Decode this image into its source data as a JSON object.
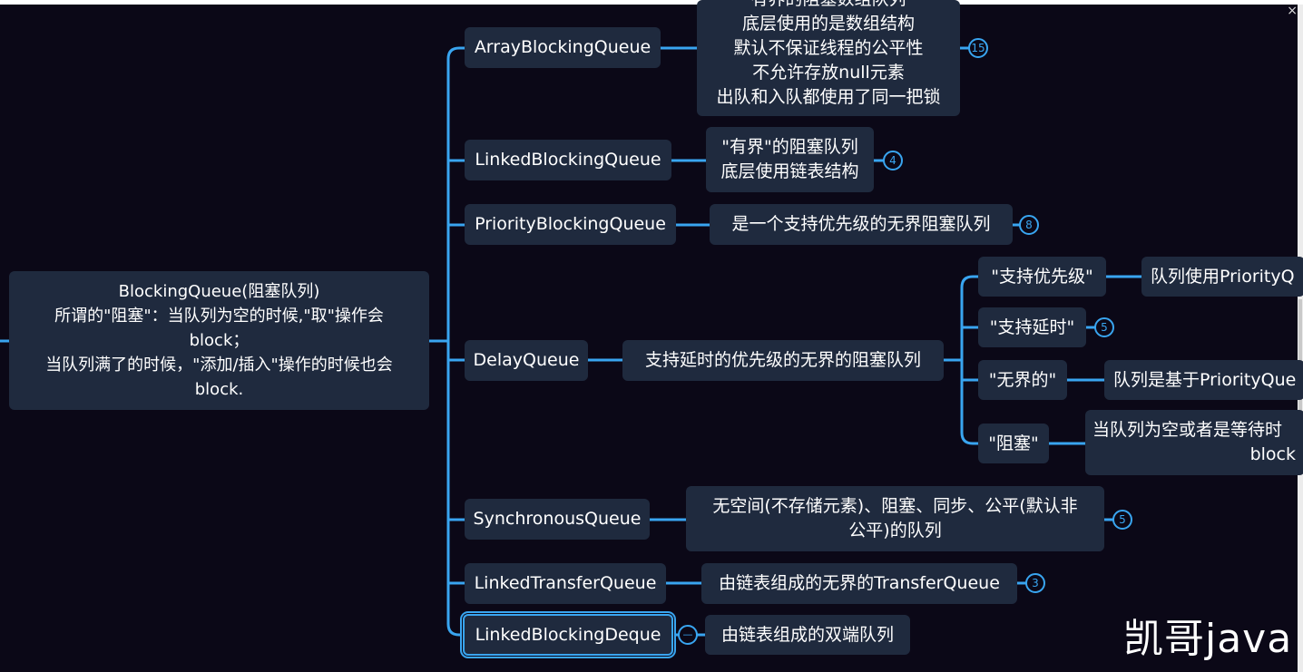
{
  "root": {
    "line1": "BlockingQueue(阻塞队列)",
    "line2": "所谓的\"阻塞\"：当队列为空的时候,\"取\"操作会",
    "line3": "block；",
    "line4": "当队列满了的时候，\"添加/插入\"操作的时候也会",
    "line5": "block."
  },
  "queues": {
    "array": {
      "label": "ArrayBlockingQueue",
      "details": [
        "有界的阻塞数组队列",
        "底层使用的是数组结构",
        "默认不保证线程的公平性",
        "不允许存放null元素",
        "出队和入队都使用了同一把锁"
      ],
      "badge": "15"
    },
    "linked": {
      "label": "LinkedBlockingQueue",
      "details": [
        "\"有界\"的阻塞队列",
        "底层使用链表结构"
      ],
      "badge": "4"
    },
    "priority": {
      "label": "PriorityBlockingQueue",
      "detail": "是一个支持优先级的无界阻塞队列",
      "badge": "8"
    },
    "delay": {
      "label": "DelayQueue",
      "detail": "支持延时的优先级的无界的阻塞队列",
      "children": {
        "c1": {
          "label": "\"支持优先级\"",
          "detail": "队列使用PriorityQ"
        },
        "c2": {
          "label": "\"支持延时\"",
          "badge": "5"
        },
        "c3": {
          "label": "\"无界的\"",
          "detail": "队列是基于PriorityQue"
        },
        "c4": {
          "label": "\"阻塞\"",
          "detail1": "当队列为空或者是等待时",
          "detail2": "block"
        }
      }
    },
    "sync": {
      "label": "SynchronousQueue",
      "detail1": "无空间(不存储元素)、阻塞、同步、公平(默认非",
      "detail2": "公平)的队列",
      "badge": "5"
    },
    "transfer": {
      "label": "LinkedTransferQueue",
      "detail": "由链表组成的无界的TransferQueue",
      "badge": "3"
    },
    "deque": {
      "label": "LinkedBlockingDeque",
      "detail": "由链表组成的双端队列",
      "collapse": "—"
    }
  },
  "watermark": "凯哥java",
  "window": {
    "close": "×"
  },
  "colors": {
    "background": "#0b0817",
    "node": "#1f2a3e",
    "connector": "#39a5f0"
  }
}
